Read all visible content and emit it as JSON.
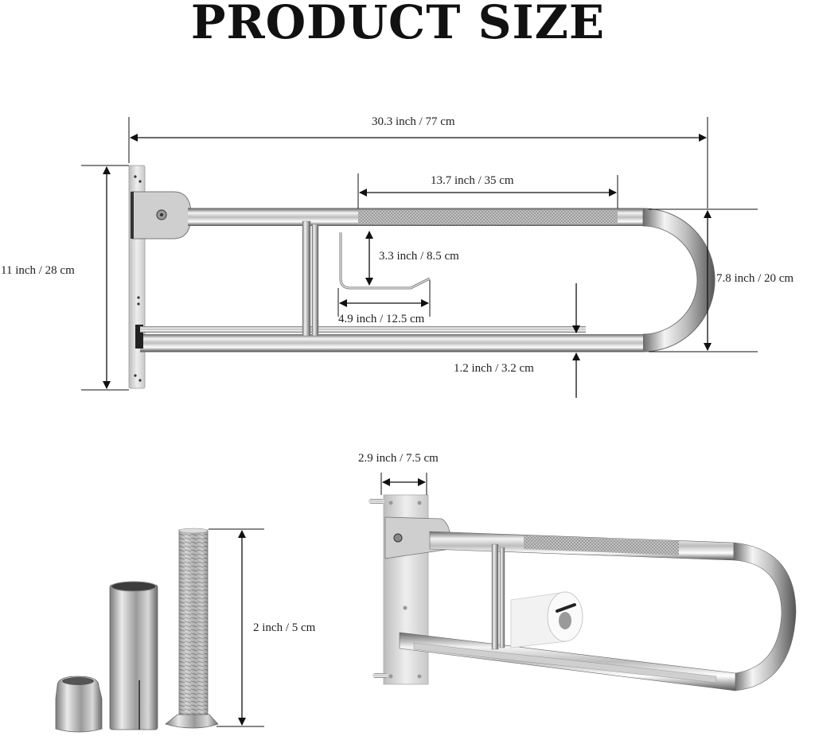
{
  "title": "PRODUCT SIZE",
  "main_view": {
    "dimensions": {
      "overall_length": "30.3 inch / 77 cm",
      "grip_length": "13.7 inch / 35 cm",
      "wall_plate_height": "11 inch / 28 cm",
      "paper_holder_height": "3.3 inch / 8.5 cm",
      "paper_holder_width": "4.9 inch / 12.5 cm",
      "bar_outer_height": "7.8 inch / 20 cm",
      "tube_diameter": "1.2 inch / 3.2 cm"
    }
  },
  "perspective_view": {
    "dimensions": {
      "plate_width": "2.9 inch / 7.5 cm"
    }
  },
  "hardware_view": {
    "parts": [
      "expansion-nut",
      "expansion-sleeve",
      "countersunk-bolt"
    ],
    "dimensions": {
      "bolt_length": "2 inch / 5 cm"
    }
  },
  "colors": {
    "metal_light": "#e8e8e8",
    "metal_mid": "#b5b5b5",
    "metal_dark": "#4a4a4a",
    "dimension_line": "#111111"
  }
}
